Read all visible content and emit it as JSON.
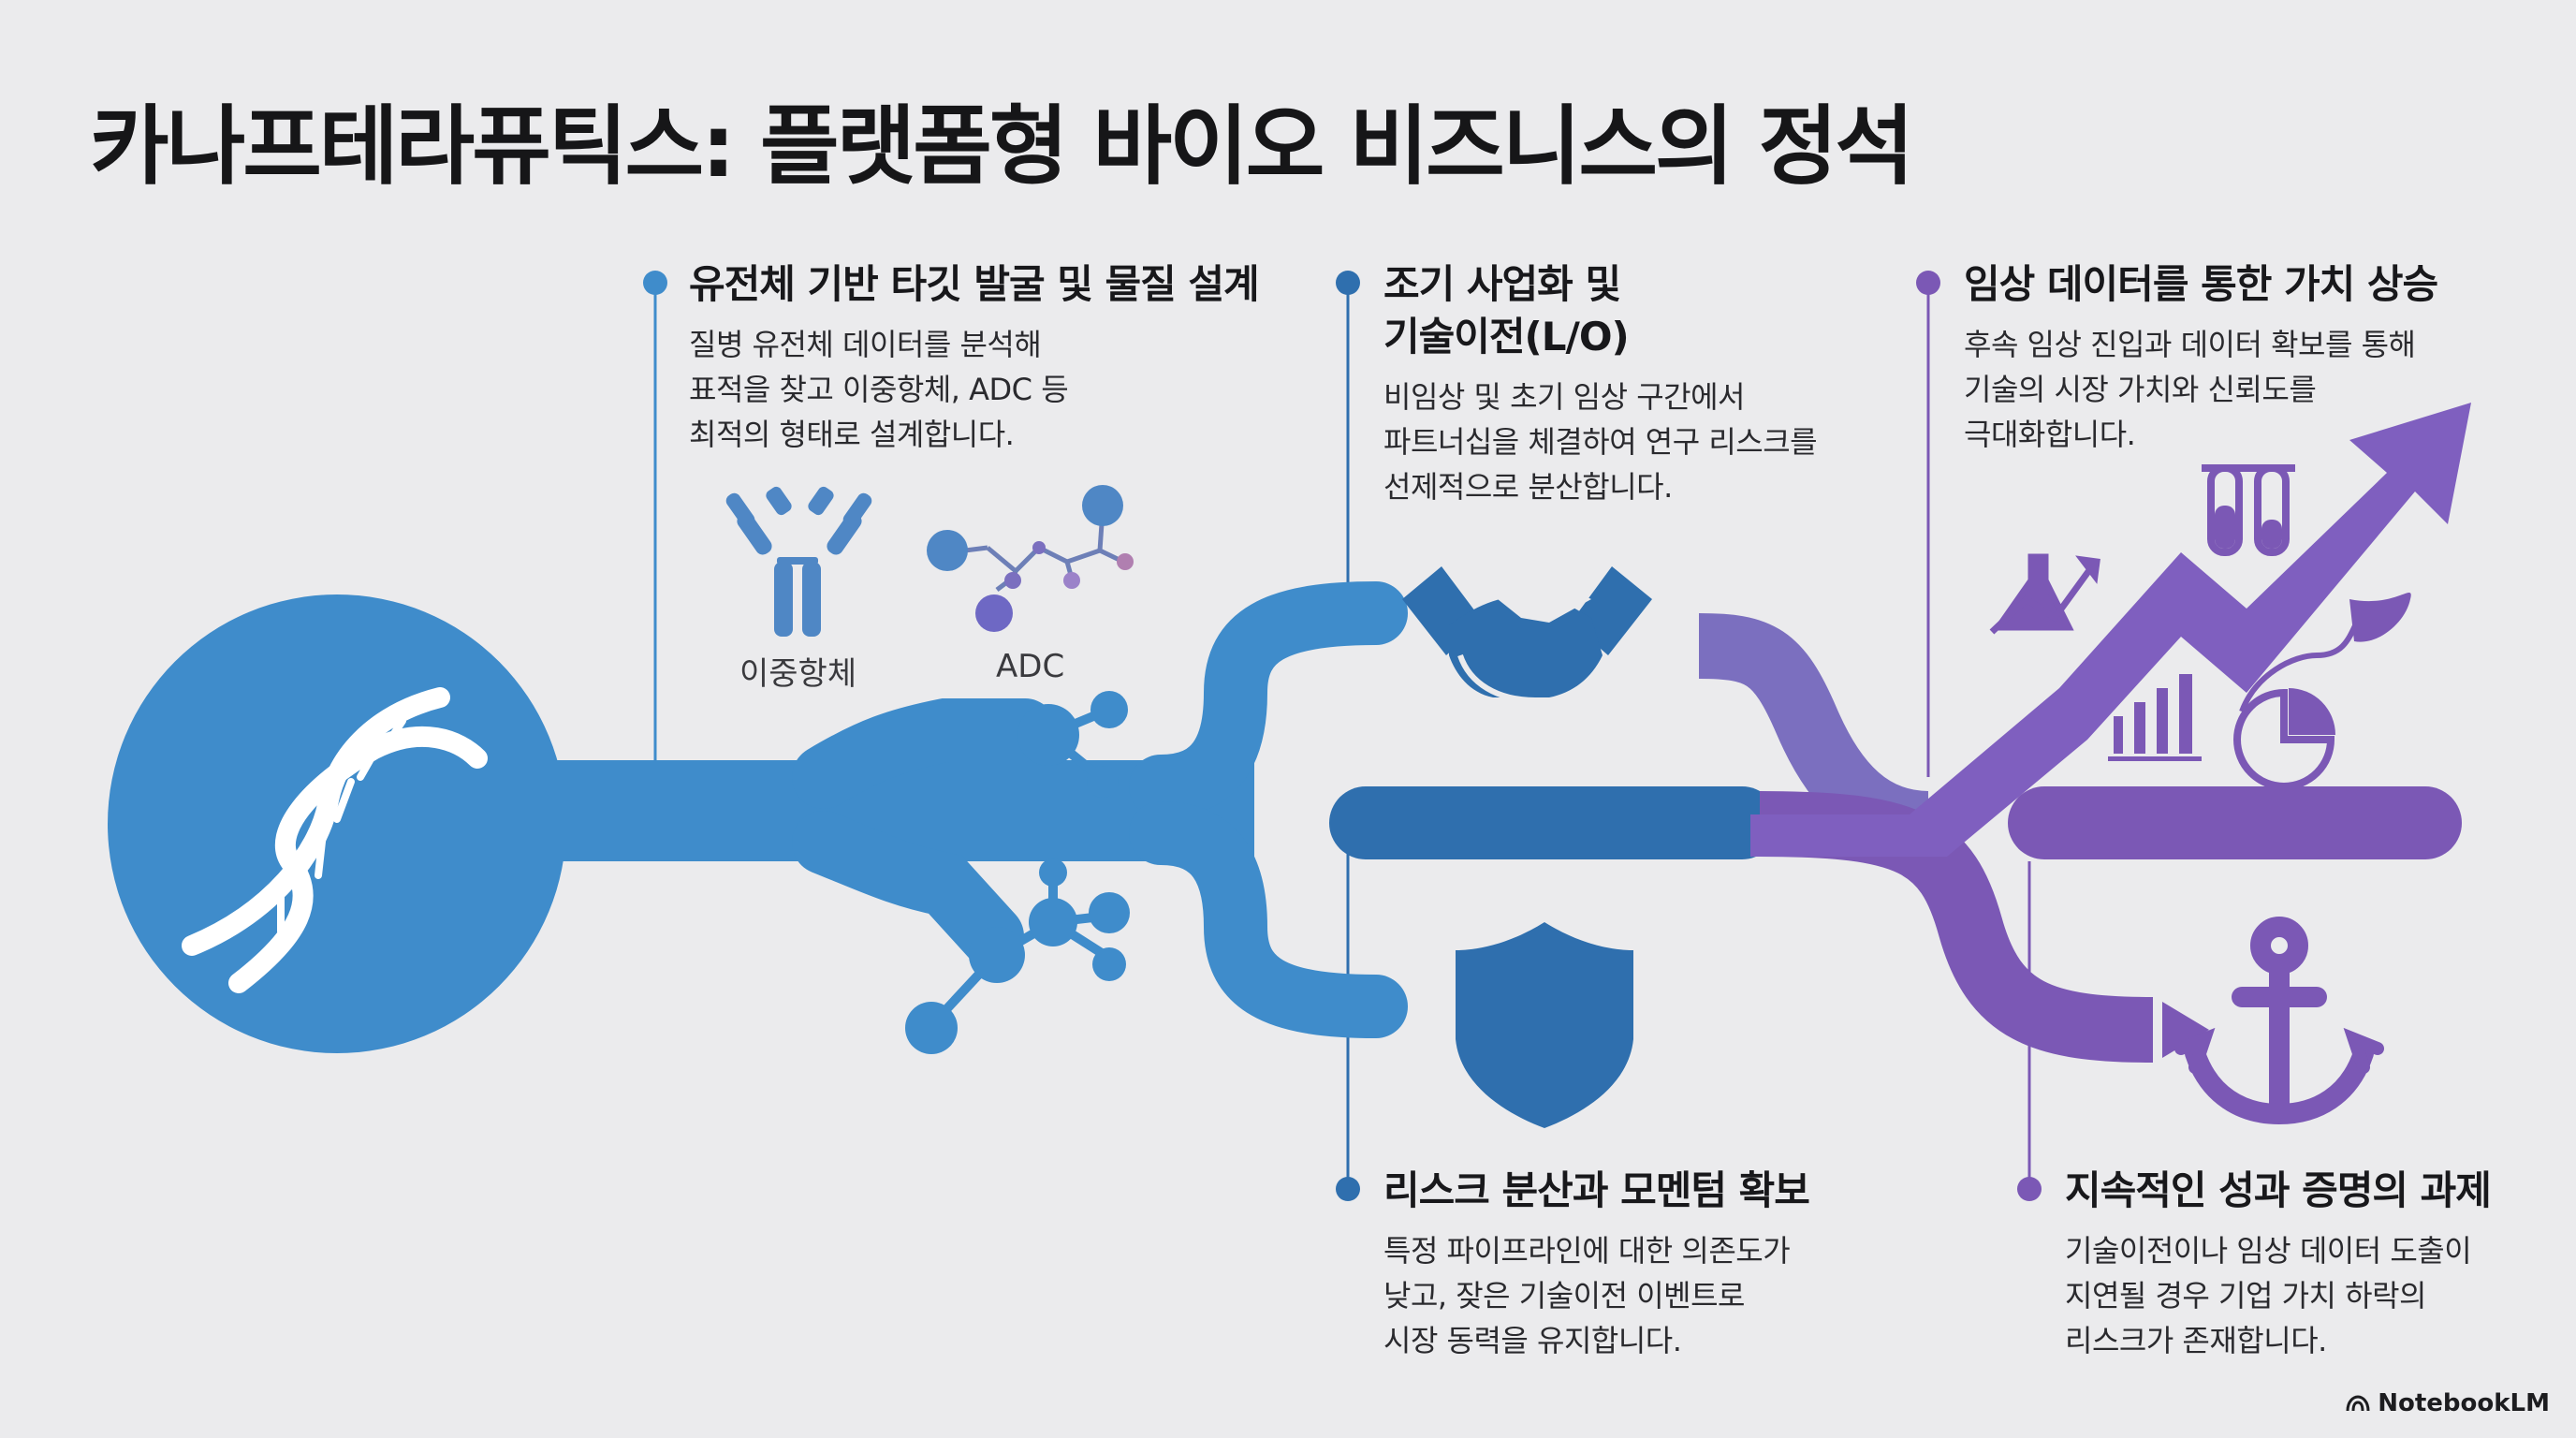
{
  "title": "카나프테라퓨틱스: 플랫폼형 바이오 비즈니스의 정석",
  "colors": {
    "blue": "#3f8ccb",
    "blue_dark": "#2f6fae",
    "purple": "#7b58b5",
    "purple_light": "#8a6cc8",
    "background": "#ebebed"
  },
  "stages": [
    {
      "heading": [
        "유전체 기반 타깃 발굴 및 물질 설계"
      ],
      "body": [
        "질병 유전체 데이터를 분석해",
        "표적을 찾고 이중항체, ADC 등",
        "최적의 형태로 설계합니다."
      ]
    },
    {
      "heading": [
        "조기 사업화 및",
        "기술이전(L/O)"
      ],
      "body": [
        "비임상 및 초기 임상 구간에서",
        "파트너십을 체결하여 연구 리스크를",
        "선제적으로 분산합니다."
      ]
    },
    {
      "heading": [
        "임상 데이터를 통한 가치 상승"
      ],
      "body": [
        "후속 임상 진입과 데이터 확보를 통해",
        "기술의 시장 가치와 신뢰도를",
        "극대화합니다."
      ]
    },
    {
      "heading": [
        "리스크 분산과 모멘텀 확보"
      ],
      "body": [
        "특정 파이프라인에 대한 의존도가",
        "낮고, 잦은 기술이전 이벤트로",
        "시장 동력을 유지합니다."
      ]
    },
    {
      "heading": [
        "지속적인 성과 증명의 과제"
      ],
      "body": [
        "기술이전이나 임상 데이터 도출이",
        "지연될 경우 기업 가치 하락의",
        "리스크가 존재합니다."
      ]
    }
  ],
  "icon_labels": {
    "bispecific": "이중항체",
    "adc": "ADC"
  },
  "icons": [
    "dna-icon",
    "antibody-icon",
    "adc-molecule-icon",
    "handshake-icon",
    "shield-icon",
    "flask-chart-icon",
    "test-tubes-icon",
    "bar-chart-icon",
    "pie-chart-icon",
    "growth-arrow-icon",
    "anchor-icon"
  ],
  "brand": "NotebookLM"
}
